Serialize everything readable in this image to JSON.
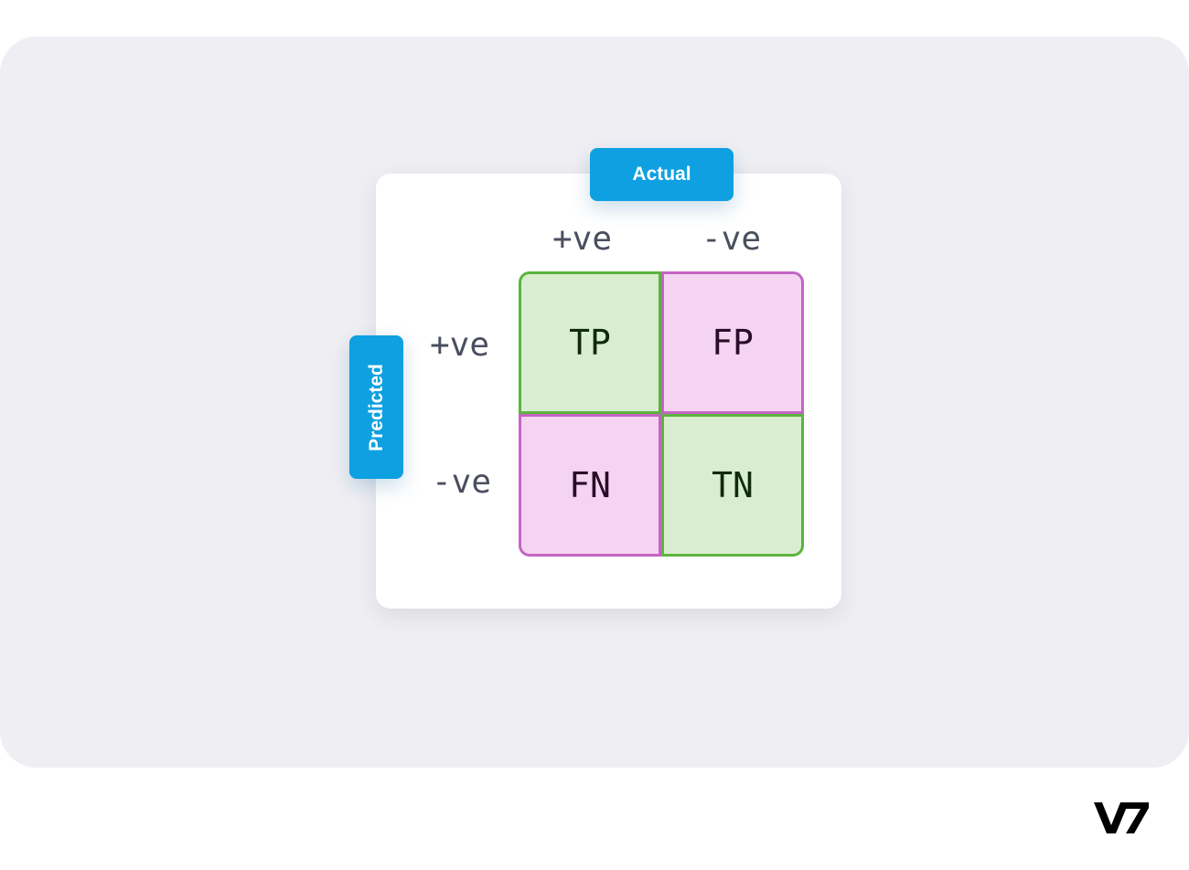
{
  "labels": {
    "actual": "Actual",
    "predicted": "Predicted"
  },
  "columns": [
    "+ve",
    "-ve"
  ],
  "rows": [
    "+ve",
    "-ve"
  ],
  "matrix": [
    [
      {
        "label": "TP",
        "kind": "correct"
      },
      {
        "label": "FP",
        "kind": "error"
      }
    ],
    [
      {
        "label": "FN",
        "kind": "error"
      },
      {
        "label": "TN",
        "kind": "correct"
      }
    ]
  ],
  "colors": {
    "pill": "#0ea0e0",
    "correct_fill": "#d9eed0",
    "correct_border": "#5cb33d",
    "error_fill": "#f5d4f1",
    "error_border": "#c465c4",
    "background": "#efeff3"
  },
  "logo": {
    "icon": "v7-logo-icon",
    "text": "V7"
  }
}
